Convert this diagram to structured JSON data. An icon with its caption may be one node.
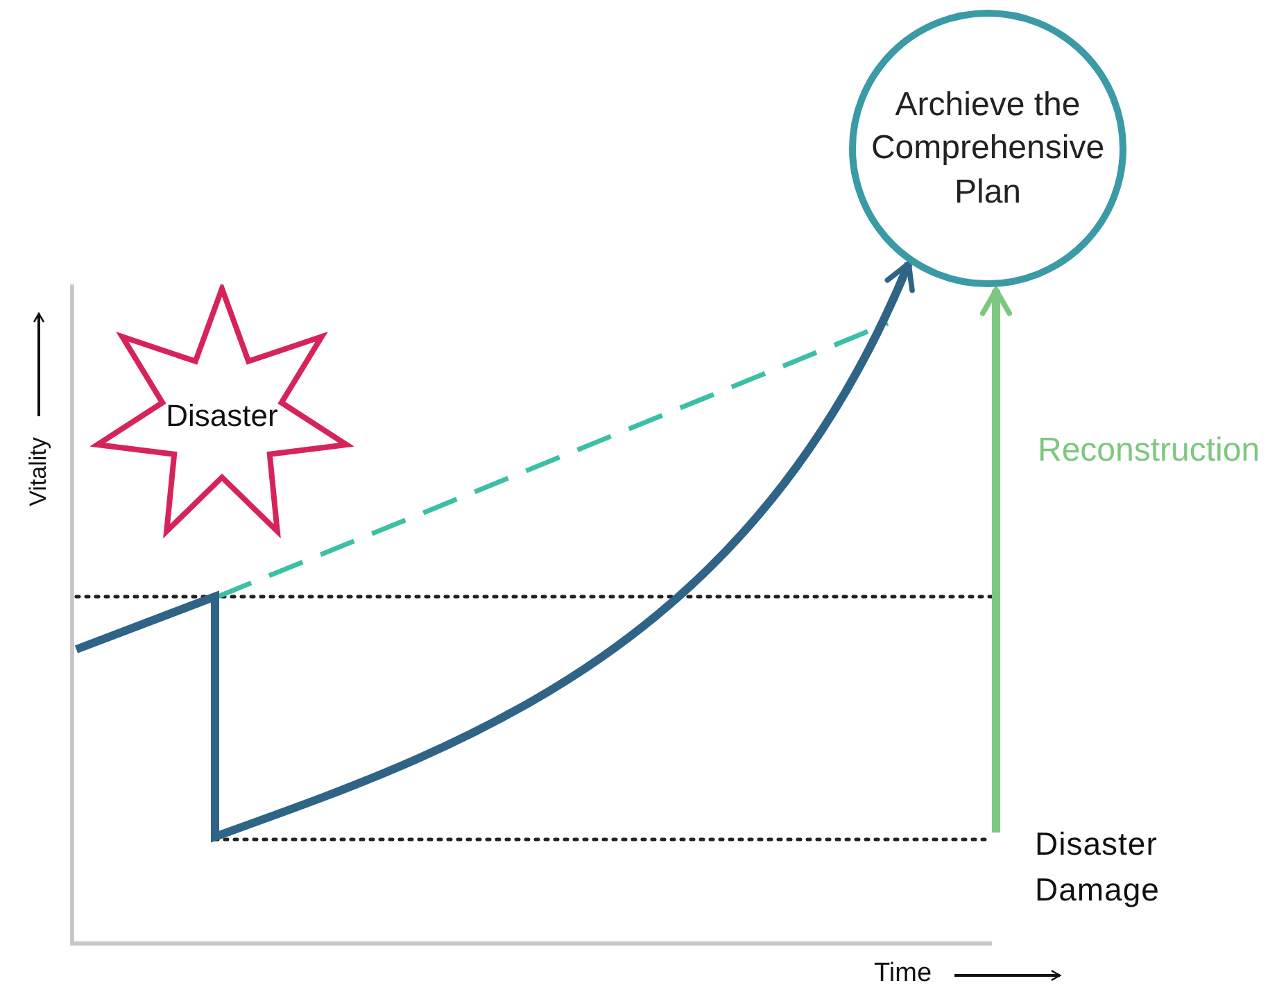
{
  "diagram": {
    "nodes": [
      {
        "text": [
          "Disaster"
        ]
      },
      {
        "text": [
          "Archieve the Comprehensive Plan"
        ]
      }
    ],
    "edges": [
      {
        "from": null,
        "to": 1,
        "arrow": "to",
        "color": "#2f6486"
      },
      {
        "from": null,
        "to": 1,
        "arrow": "to",
        "label": "Reconstruction",
        "color": "#7dc77f"
      }
    ],
    "labels": [
      "Vitality",
      "Disaster Damage",
      "Time"
    ]
  }
}
